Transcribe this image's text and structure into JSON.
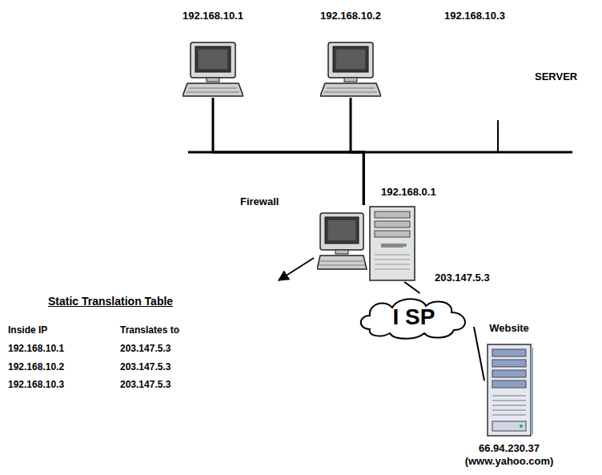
{
  "diagram": {
    "nodes": [
      {
        "text": [
          "192.168.10.1"
        ]
      },
      {
        "text": [
          "192.168.10.2"
        ]
      },
      {
        "text": [
          "Firewall"
        ]
      },
      {
        "text": [
          "I SP"
        ]
      },
      {
        "text": [
          "Website",
          "66.94.230.37 (www.yahoo.com)"
        ]
      }
    ],
    "edges": [
      {
        "from": 0,
        "to": 2,
        "arrow": "none"
      },
      {
        "from": 1,
        "to": 2,
        "arrow": "none"
      },
      {
        "from": 2,
        "to": 3,
        "arrow": "none"
      },
      {
        "from": 3,
        "to": 4,
        "arrow": "none"
      }
    ],
    "labels": [
      "192.168.10.3",
      "SERVER",
      "192.168.0.1",
      "203.147.5.3",
      "Static Translation Table",
      "Inside IP",
      "Translates to",
      "192.168.10.1",
      "203.147.5.3",
      "192.168.10.2",
      "203.147.5.3",
      "192.168.10.3",
      "203.147.5.3"
    ]
  }
}
